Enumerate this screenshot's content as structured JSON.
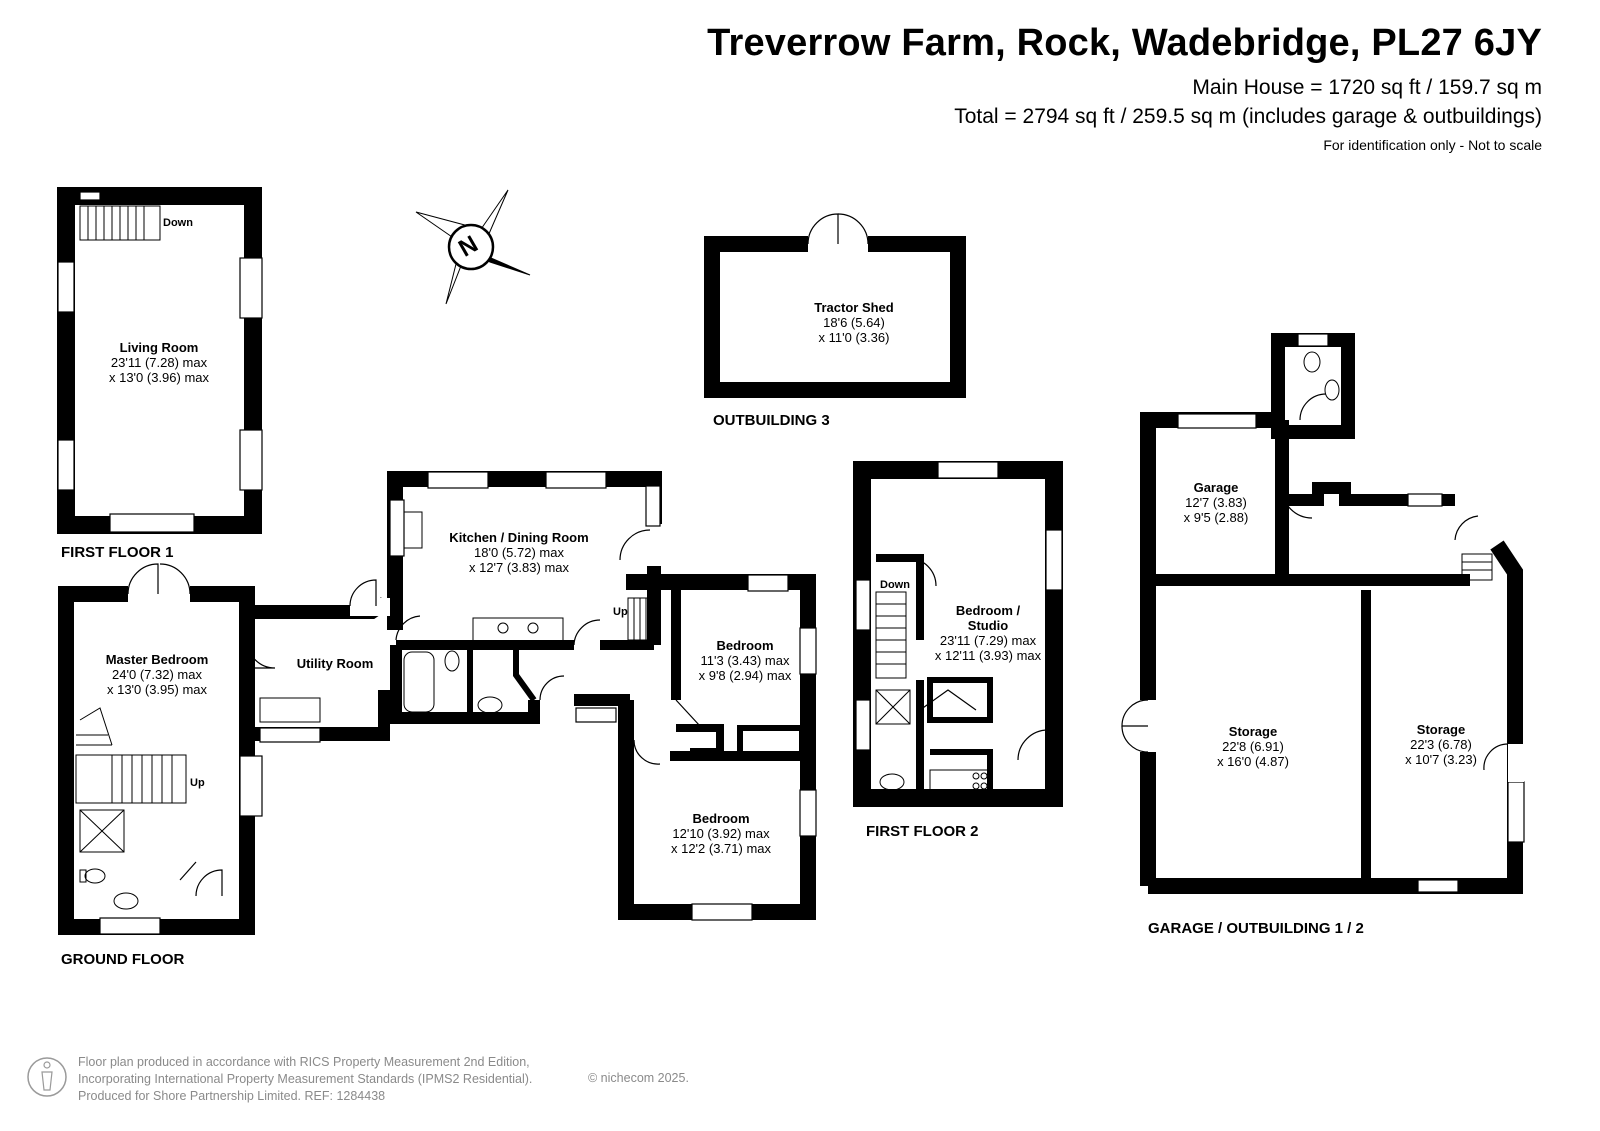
{
  "header": {
    "title": "Treverrow Farm, Rock, Wadebridge, PL27 6JY",
    "main_house": "Main House = 1720 sq ft / 159.7 sq m",
    "total": "Total = 2794 sq ft / 259.5 sq m (includes garage & outbuildings)",
    "disclaimer": "For identification only - Not to scale"
  },
  "floors": {
    "first_floor_1": "FIRST FLOOR 1",
    "ground_floor": "GROUND FLOOR",
    "outbuilding_3": "OUTBUILDING 3",
    "first_floor_2": "FIRST FLOOR 2",
    "garage_outbuilding": "GARAGE / OUTBUILDING 1 / 2"
  },
  "rooms": {
    "living_room": {
      "name": "Living Room",
      "dim1": "23'11 (7.28) max",
      "dim2": "x 13'0 (3.96) max"
    },
    "master_bedroom": {
      "name": "Master Bedroom",
      "dim1": "24'0 (7.32) max",
      "dim2": "x 13'0 (3.95) max"
    },
    "utility_room": {
      "name": "Utility Room"
    },
    "kitchen": {
      "name": "Kitchen / Dining Room",
      "dim1": "18'0 (5.72) max",
      "dim2": "x 12'7 (3.83) max"
    },
    "bedroom_a": {
      "name": "Bedroom",
      "dim1": "11'3 (3.43) max",
      "dim2": "x 9'8 (2.94) max"
    },
    "bedroom_b": {
      "name": "Bedroom",
      "dim1": "12'10 (3.92) max",
      "dim2": "x 12'2 (3.71) max"
    },
    "tractor_shed": {
      "name": "Tractor Shed",
      "dim1": "18'6 (5.64)",
      "dim2": "x 11'0 (3.36)"
    },
    "studio": {
      "name": "Bedroom /",
      "name2": "Studio",
      "dim1": "23'11 (7.29) max",
      "dim2": "x 12'11 (3.93) max"
    },
    "garage": {
      "name": "Garage",
      "dim1": "12'7 (3.83)",
      "dim2": "x 9'5 (2.88)"
    },
    "storage_a": {
      "name": "Storage",
      "dim1": "22'8 (6.91)",
      "dim2": "x 16'0 (4.87)"
    },
    "storage_b": {
      "name": "Storage",
      "dim1": "22'3 (6.78)",
      "dim2": "x 10'7 (3.23)"
    }
  },
  "stairs": {
    "down": "Down",
    "up": "Up"
  },
  "compass": {
    "letter": "N"
  },
  "footer": {
    "line1": "Floor plan produced in accordance with RICS Property Measurement 2nd Edition,",
    "line2": "Incorporating International Property Measurement Standards (IPMS2 Residential).",
    "line3": "Produced for Shore Partnership Limited.   REF: 1284438",
    "copyright": "© nichecom 2025."
  },
  "colors": {
    "wall": "#000000",
    "text": "#000000",
    "footer_text": "#8a8a8a"
  }
}
